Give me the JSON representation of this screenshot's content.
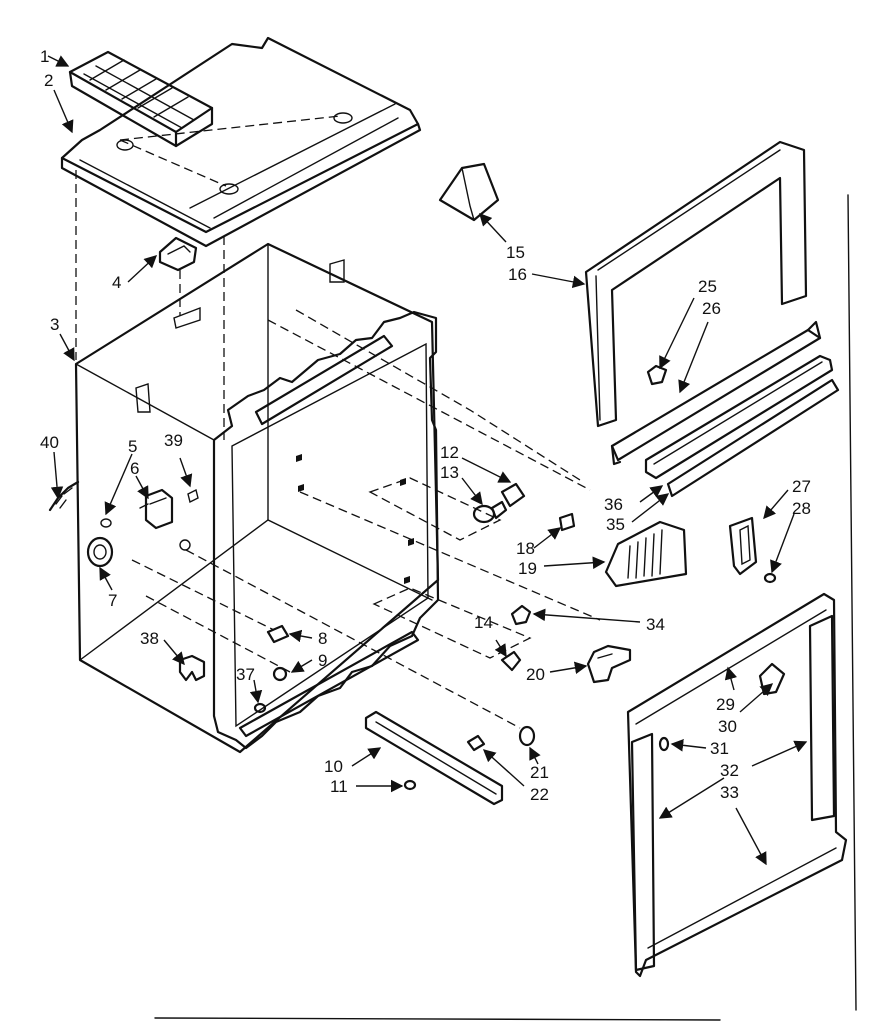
{
  "part_labels": {
    "p1": "1",
    "p2": "2",
    "p3": "3",
    "p4": "4",
    "p5": "5",
    "p6": "6",
    "p7": "7",
    "p8": "8",
    "p9": "9",
    "p10": "10",
    "p11": "11",
    "p12": "12",
    "p13": "13",
    "p14": "14",
    "p15": "15",
    "p16": "16",
    "p18": "18",
    "p19": "19",
    "p20": "20",
    "p21": "21",
    "p22": "22",
    "p25": "25",
    "p26": "26",
    "p27": "27",
    "p28": "28",
    "p29": "29",
    "p30": "30",
    "p31": "31",
    "p32": "32",
    "p33": "33",
    "p34": "34",
    "p35": "35",
    "p36": "36",
    "p37": "37",
    "p38": "38",
    "p39": "39",
    "p40": "40"
  }
}
